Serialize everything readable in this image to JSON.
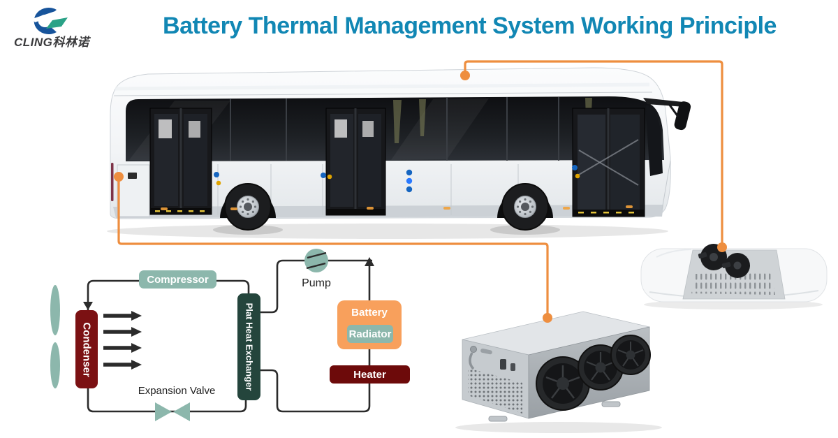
{
  "header": {
    "logo": {
      "brand": "CLING",
      "brand_cn": "科林诺"
    },
    "title": "Battery Thermal Management System Working Principle"
  },
  "diagram": {
    "labels": {
      "compressor": "Compressor",
      "condenser": "Condenser",
      "expansion_valve": "Expansion Valve",
      "plate_heat_exchanger": "Plat Heat Exchanger",
      "pump": "Pump",
      "battery": "Battery",
      "radiator": "Radiator",
      "heater": "Heater"
    },
    "colors": {
      "title_teal": "#1187b4",
      "connector_orange": "#ee8e3f",
      "component_teal": "#8cb7ac",
      "condenser_red": "#7b1113",
      "heater_maroon": "#6d0a0a",
      "heat_exchanger_green": "#24453c",
      "battery_orange": "#f8a05c",
      "loop_line": "#2b2b2b"
    }
  }
}
